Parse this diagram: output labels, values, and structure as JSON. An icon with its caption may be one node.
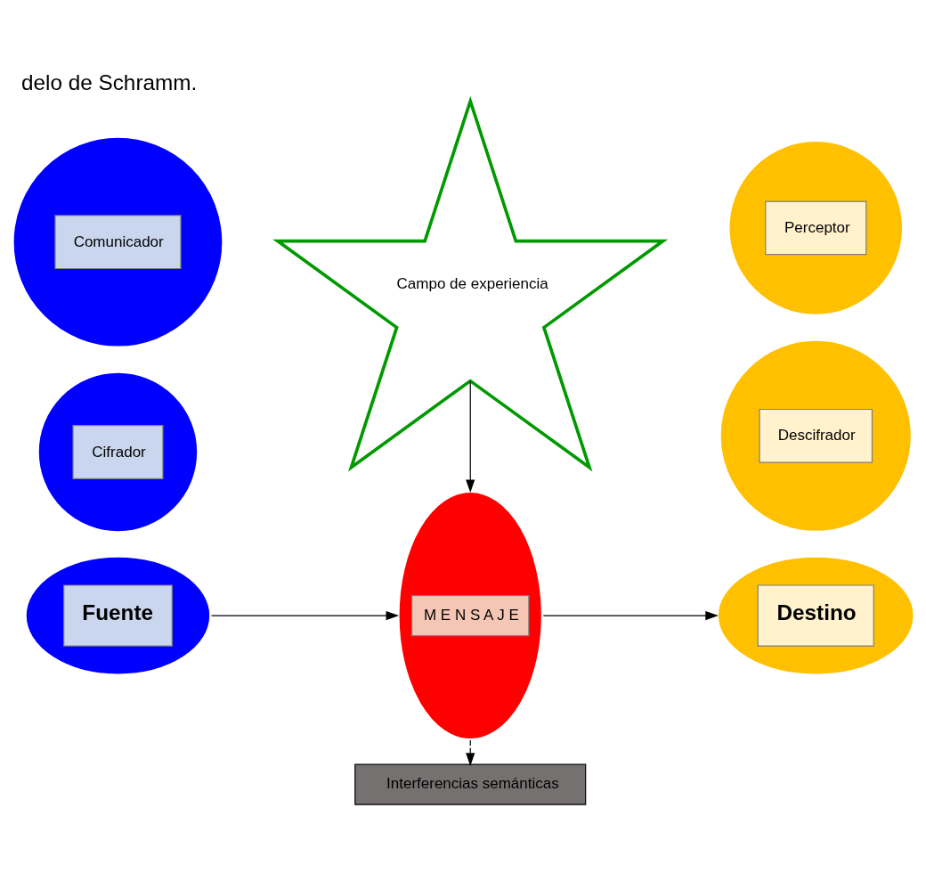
{
  "diagram": {
    "title": "delo de Schramm.",
    "nodes": [
      {
        "text": [
          "Campo de experiencia"
        ]
      },
      {
        "text": [
          "Cifrador"
        ]
      },
      {
        "text": [
          "Fuente"
        ]
      },
      {
        "text": [
          "Comunicador"
        ]
      },
      {
        "text": [
          "M E N S A J E"
        ]
      },
      {
        "text": [
          "Descifrador"
        ]
      },
      {
        "text": [
          "Destino"
        ]
      },
      {
        "text": [
          "Perceptor"
        ]
      },
      {
        "text": [
          "Interferencias semánticas"
        ]
      }
    ],
    "edges": [
      {
        "from": 0,
        "to": 4,
        "arrow": "to"
      },
      {
        "from": 2,
        "to": 4,
        "arrow": "to"
      },
      {
        "from": 4,
        "to": 6,
        "arrow": "to"
      },
      {
        "from": 4,
        "to": 8,
        "arrow": "to",
        "style": "dashed"
      }
    ]
  }
}
